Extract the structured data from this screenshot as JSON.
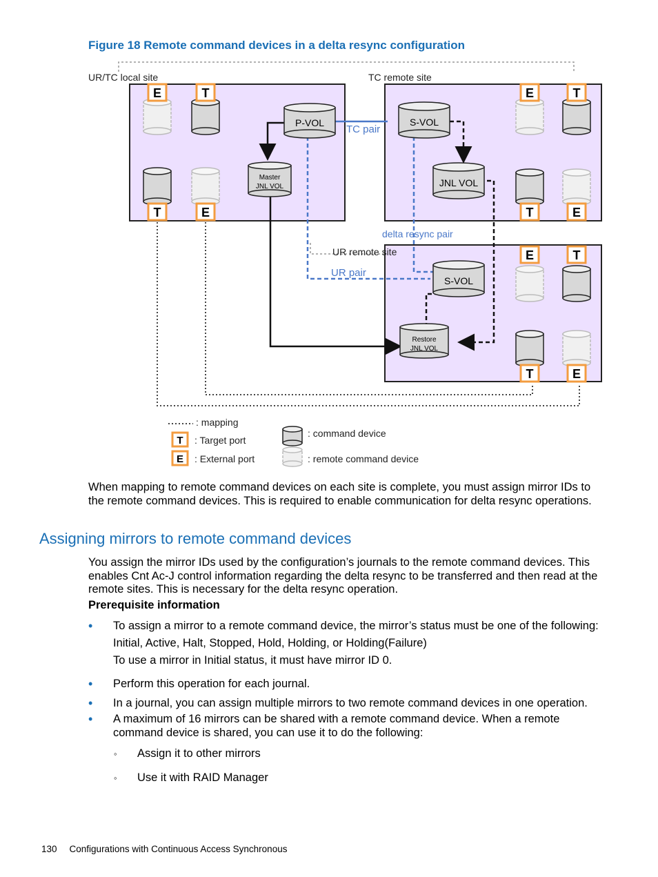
{
  "figure": {
    "caption": "Figure 18 Remote command devices in a delta resync configuration",
    "labels": {
      "local_site": "UR/TC local site",
      "tc_remote_site": "TC remote site",
      "ur_remote_site": "UR remote site",
      "tc_pair": "TC pair",
      "delta_resync_pair": "delta resync pair",
      "ur_pair": "UR pair",
      "pvol": "P-VOL",
      "svol_tc": "S-VOL",
      "svol_ur": "S-VOL",
      "jnl_vol": "JNL VOL",
      "master_jnl_1": "Master",
      "master_jnl_2": "JNL VOL",
      "restore_jnl_1": "Restore",
      "restore_jnl_2": "JNL VOL",
      "t": "T",
      "e": "E"
    },
    "legend": {
      "mapping": ": mapping",
      "target_port": ": Target port",
      "external_port": ": External port",
      "command_device": ": command device",
      "remote_command_device": ": remote command device"
    },
    "colors": {
      "site_fill": "#ede0ff",
      "port_border": "#f39c40",
      "blue_line": "#4a78c8",
      "caption": "#1a6fb5"
    }
  },
  "intro_paragraph": "When mapping to remote command devices on each site is complete, you must assign mirror IDs to the remote command devices. This is required to enable communication for delta resync operations.",
  "section": {
    "heading": "Assigning mirrors to remote command devices",
    "paragraph": "You assign the mirror IDs used by the configuration’s journals to the remote command devices. This enables Cnt Ac-J control information regarding the delta resync to be transferred and then read at the remote sites. This is necessary for the delta resync operation.",
    "prereq_title": "Prerequisite information",
    "bullet1": "To assign a mirror to a remote command device, the mirror’s status must be one of the following:",
    "bullet1_statuses": "Initial, Active, Halt, Stopped, Hold, Holding, or Holding(Failure)",
    "bullet1_note": "To use a mirror in Initial status, it must have mirror ID 0.",
    "bullet2": "Perform this operation for each journal.",
    "bullet3": "In a journal, you can assign multiple mirrors to two remote command devices in one operation.",
    "bullet4": "A maximum of 16 mirrors can be shared with a remote command device. When a remote command device is shared, you can use it to do the following:",
    "sub1": "Assign it to other mirrors",
    "sub2": "Use it with RAID Manager",
    "bullet_glyph": "•",
    "sub_glyph": "◦"
  },
  "footer": {
    "page_number": "130",
    "chapter": "Configurations with Continuous Access Synchronous"
  }
}
